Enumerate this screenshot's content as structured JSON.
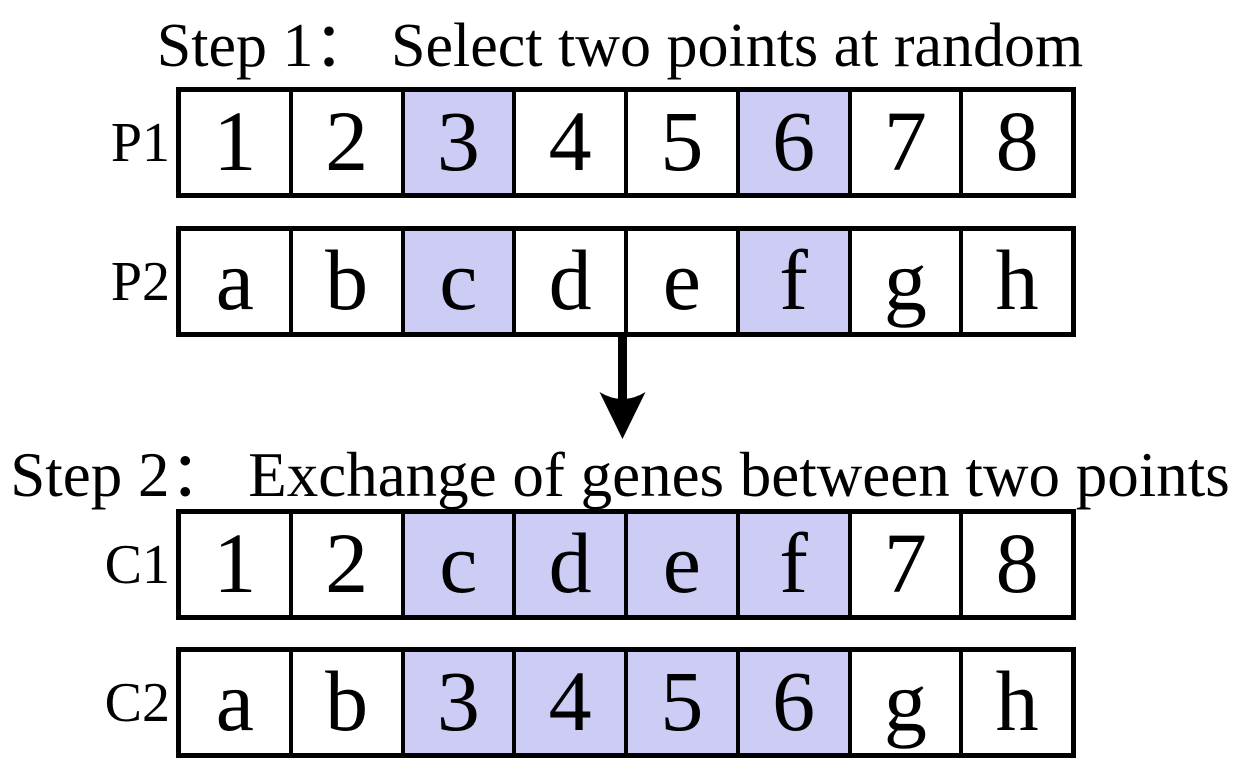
{
  "step1": {
    "title": "Step 1： Select two points at random"
  },
  "step2": {
    "title": "Step 2： Exchange of genes between two points"
  },
  "rows": [
    {
      "label": "P1",
      "cells": [
        {
          "v": "1",
          "h": false
        },
        {
          "v": "2",
          "h": false
        },
        {
          "v": "3",
          "h": true
        },
        {
          "v": "4",
          "h": false
        },
        {
          "v": "5",
          "h": false
        },
        {
          "v": "6",
          "h": true
        },
        {
          "v": "7",
          "h": false
        },
        {
          "v": "8",
          "h": false
        }
      ]
    },
    {
      "label": "P2",
      "cells": [
        {
          "v": "a",
          "h": false
        },
        {
          "v": "b",
          "h": false
        },
        {
          "v": "c",
          "h": true
        },
        {
          "v": "d",
          "h": false
        },
        {
          "v": "e",
          "h": false
        },
        {
          "v": "f",
          "h": true
        },
        {
          "v": "g",
          "h": false
        },
        {
          "v": "h",
          "h": false
        }
      ]
    },
    {
      "label": "C1",
      "cells": [
        {
          "v": "1",
          "h": false
        },
        {
          "v": "2",
          "h": false
        },
        {
          "v": "c",
          "h": true
        },
        {
          "v": "d",
          "h": true
        },
        {
          "v": "e",
          "h": true
        },
        {
          "v": "f",
          "h": true
        },
        {
          "v": "7",
          "h": false
        },
        {
          "v": "8",
          "h": false
        }
      ]
    },
    {
      "label": "C2",
      "cells": [
        {
          "v": "a",
          "h": false
        },
        {
          "v": "b",
          "h": false
        },
        {
          "v": "3",
          "h": true
        },
        {
          "v": "4",
          "h": true
        },
        {
          "v": "5",
          "h": true
        },
        {
          "v": "6",
          "h": true
        },
        {
          "v": "g",
          "h": false
        },
        {
          "v": "h",
          "h": false
        }
      ]
    }
  ],
  "arrow": {
    "icon": "down-arrow"
  },
  "colors": {
    "highlight": "#CCCCF5",
    "line": "#000000",
    "background": "#FFFFFF"
  }
}
